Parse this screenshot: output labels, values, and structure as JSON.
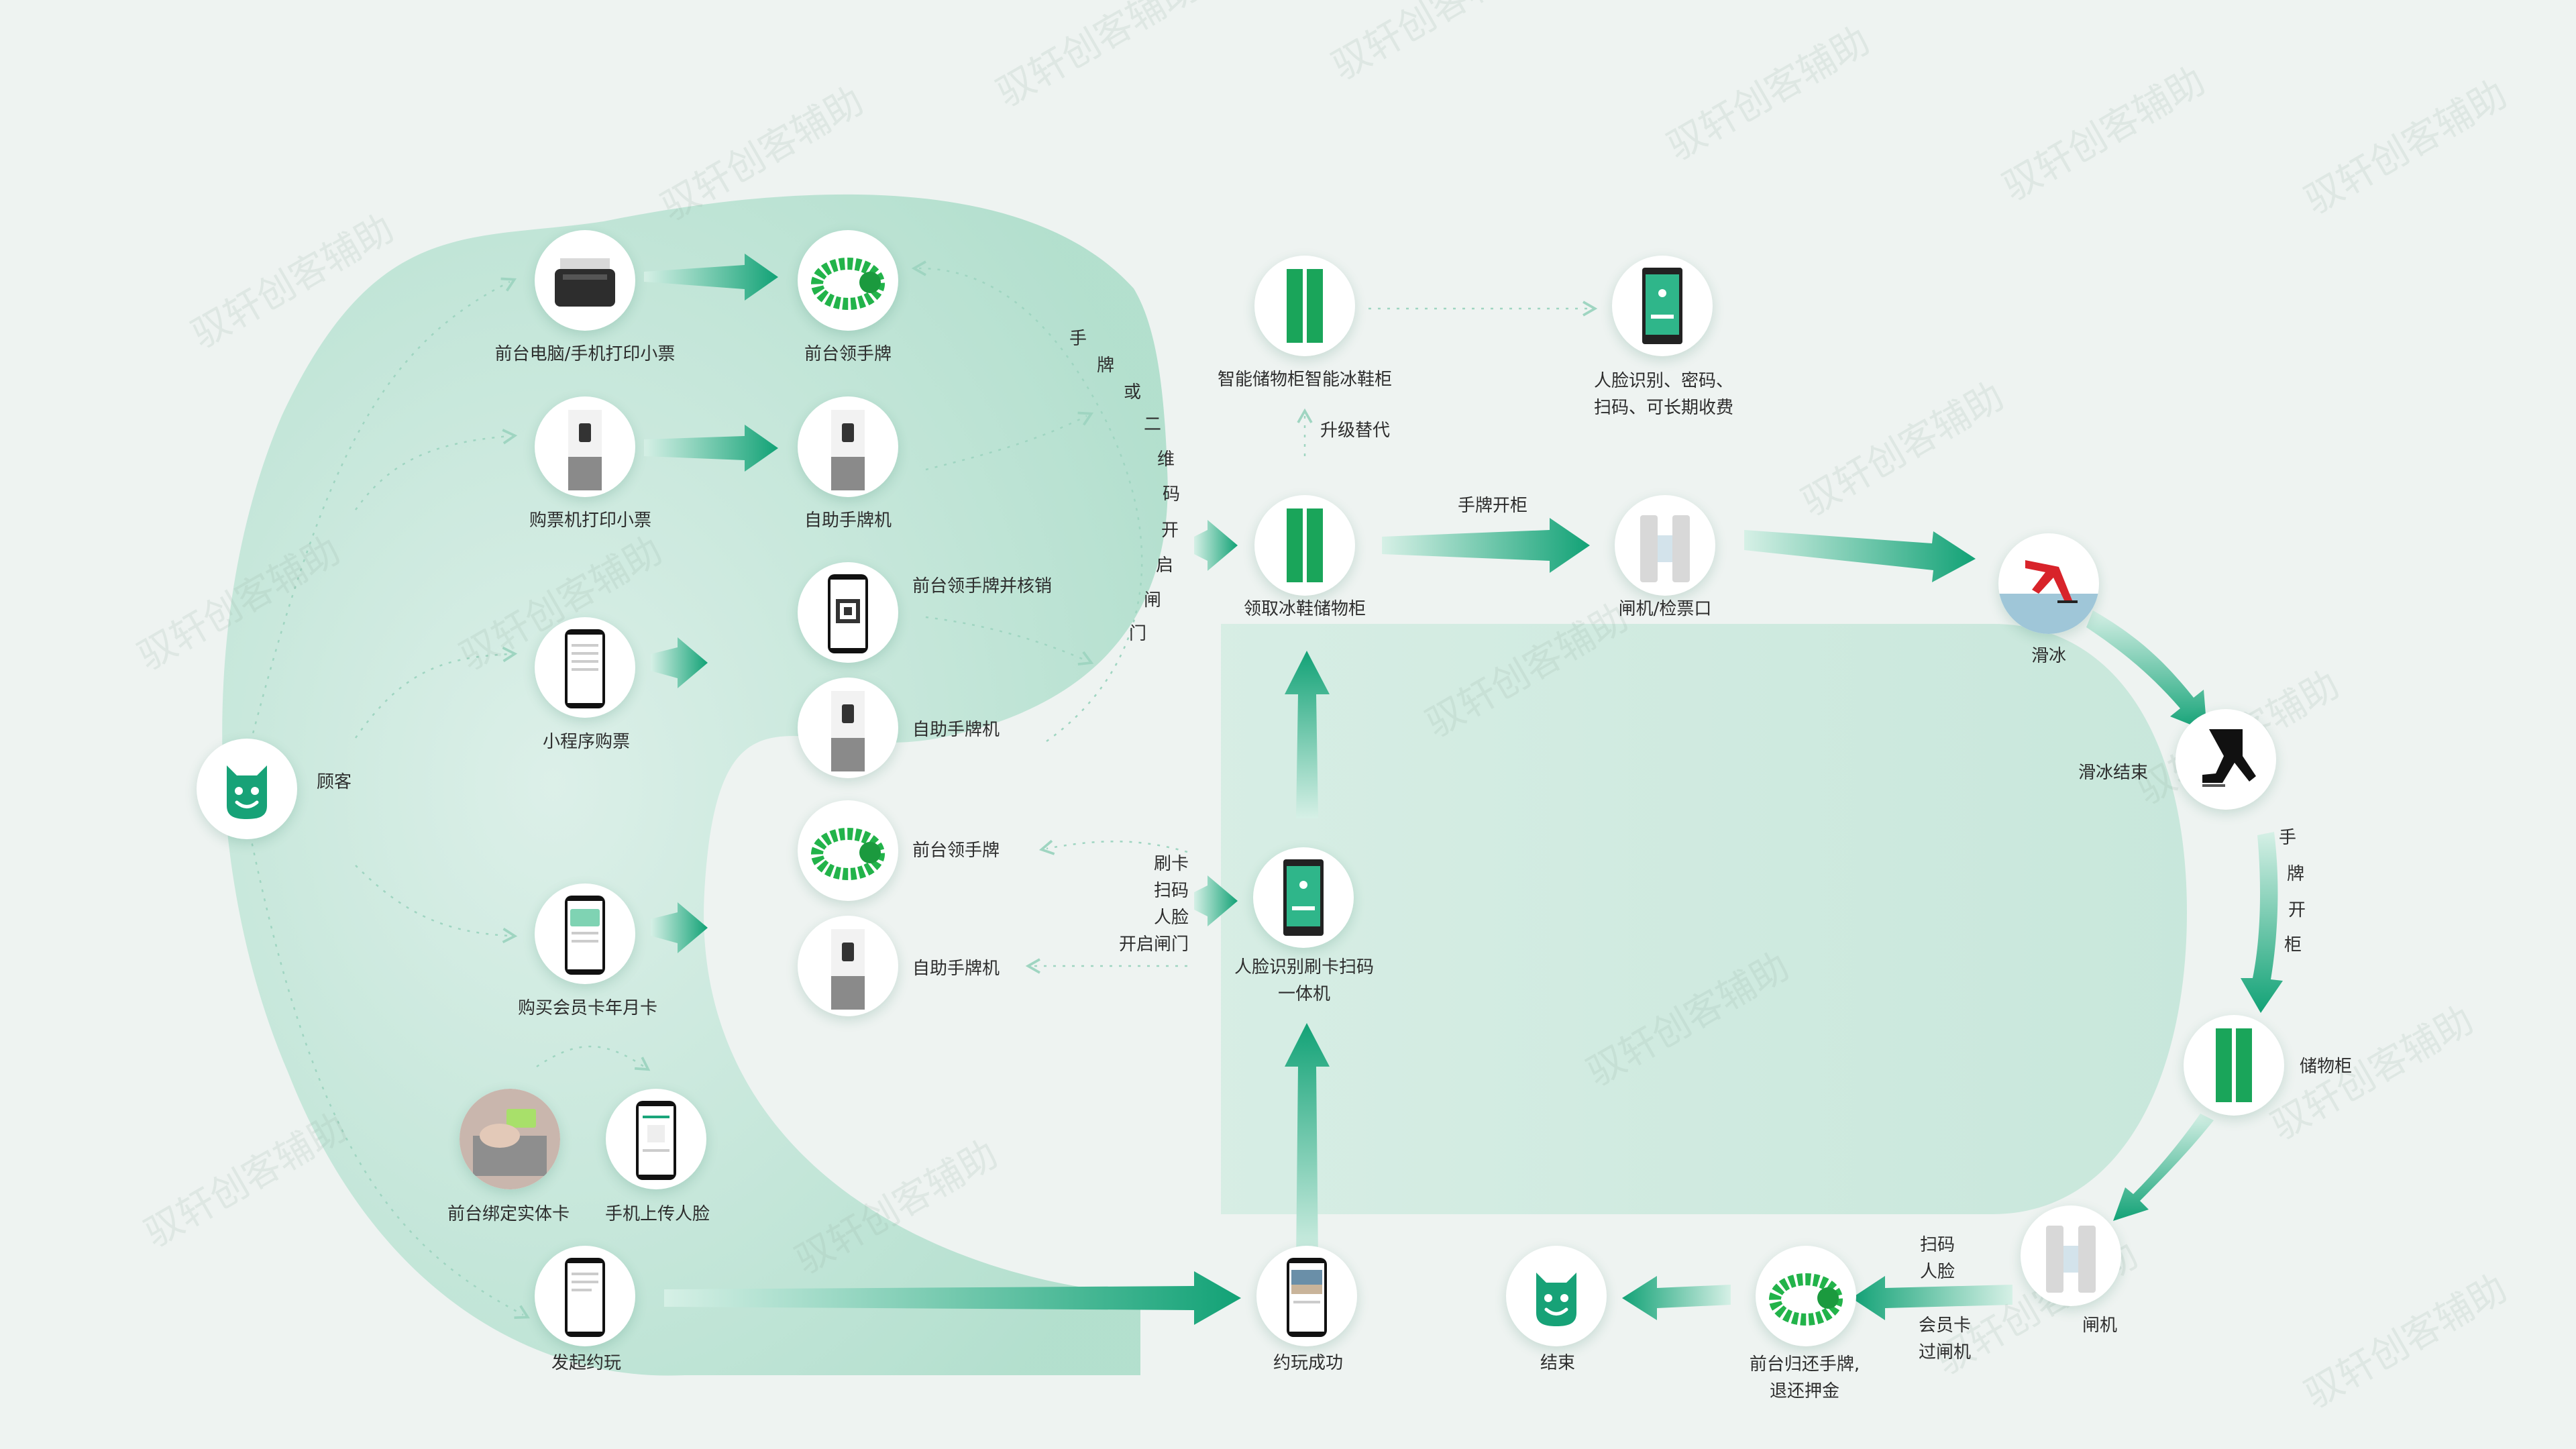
{
  "colors": {
    "background": "#eef3f1",
    "accent": "#1aa57a",
    "accent_light": "#bfe3d6",
    "accent_dark": "#0f8f66",
    "node_bg": "#ffffff"
  },
  "watermark": "驭轩创客辅助",
  "nodes": {
    "customer": "顾客",
    "front_desk_print": "前台电脑/手机打印小票",
    "front_desk_get_band": "前台领手牌",
    "ticket_machine_print": "购票机打印小票",
    "self_band_machine_1": "自助手牌机",
    "mini_program": "小程序购票",
    "front_desk_band_verify": "前台领手牌并核销",
    "self_band_machine_2": "自助手牌机",
    "buy_member_card": "购买会员卡年月卡",
    "front_desk_get_band_2": "前台领手牌",
    "self_band_machine_3": "自助手牌机",
    "front_desk_bind_card": "前台绑定实体卡",
    "phone_upload_face": "手机上传人脸",
    "start_play": "发起约玩",
    "smart_locker": "智能储物柜智能冰鞋柜",
    "face_pay": [
      "人脸识别、密码、",
      "扫码、可长期收费"
    ],
    "get_skates_locker": "领取冰鞋储物柜",
    "gate_checkpoint": "闸机/检票口",
    "skating": "滑冰",
    "skating_end": "滑冰结束",
    "locker": "储物柜",
    "gate": "闸机",
    "face_card_terminal": [
      "人脸识别刷卡扫码",
      "一体机"
    ],
    "play_success": "约玩成功",
    "return_band": [
      "前台归还手牌,",
      "退还押金"
    ],
    "end": "结束"
  },
  "edge_labels": {
    "band_or_qr": [
      "手",
      "牌",
      "或",
      "二",
      "维",
      "码",
      "开",
      "启",
      "闸",
      "门"
    ],
    "upgrade": "升级替代",
    "band_open_locker": "手牌开柜",
    "band_open_cabinet": [
      "手",
      "牌",
      "开",
      "柜"
    ],
    "terminal_methods": [
      "刷卡",
      "扫码",
      "人脸",
      "开启闸门"
    ],
    "scan_face": [
      "扫码",
      "人脸"
    ],
    "member_card_gate": [
      "会员卡",
      "过闸机"
    ]
  },
  "icons": {
    "customer": "smiley-face-icon",
    "printer": "receipt-printer-icon",
    "wristband": "wristband-icon",
    "kiosk": "kiosk-machine-icon",
    "phone": "smartphone-icon",
    "locker": "locker-icon",
    "terminal": "face-terminal-icon",
    "turnstile": "turnstile-gate-icon",
    "skater": "skater-icon",
    "hand_card": "hand-card-icon",
    "photo": "group-photo-icon"
  }
}
